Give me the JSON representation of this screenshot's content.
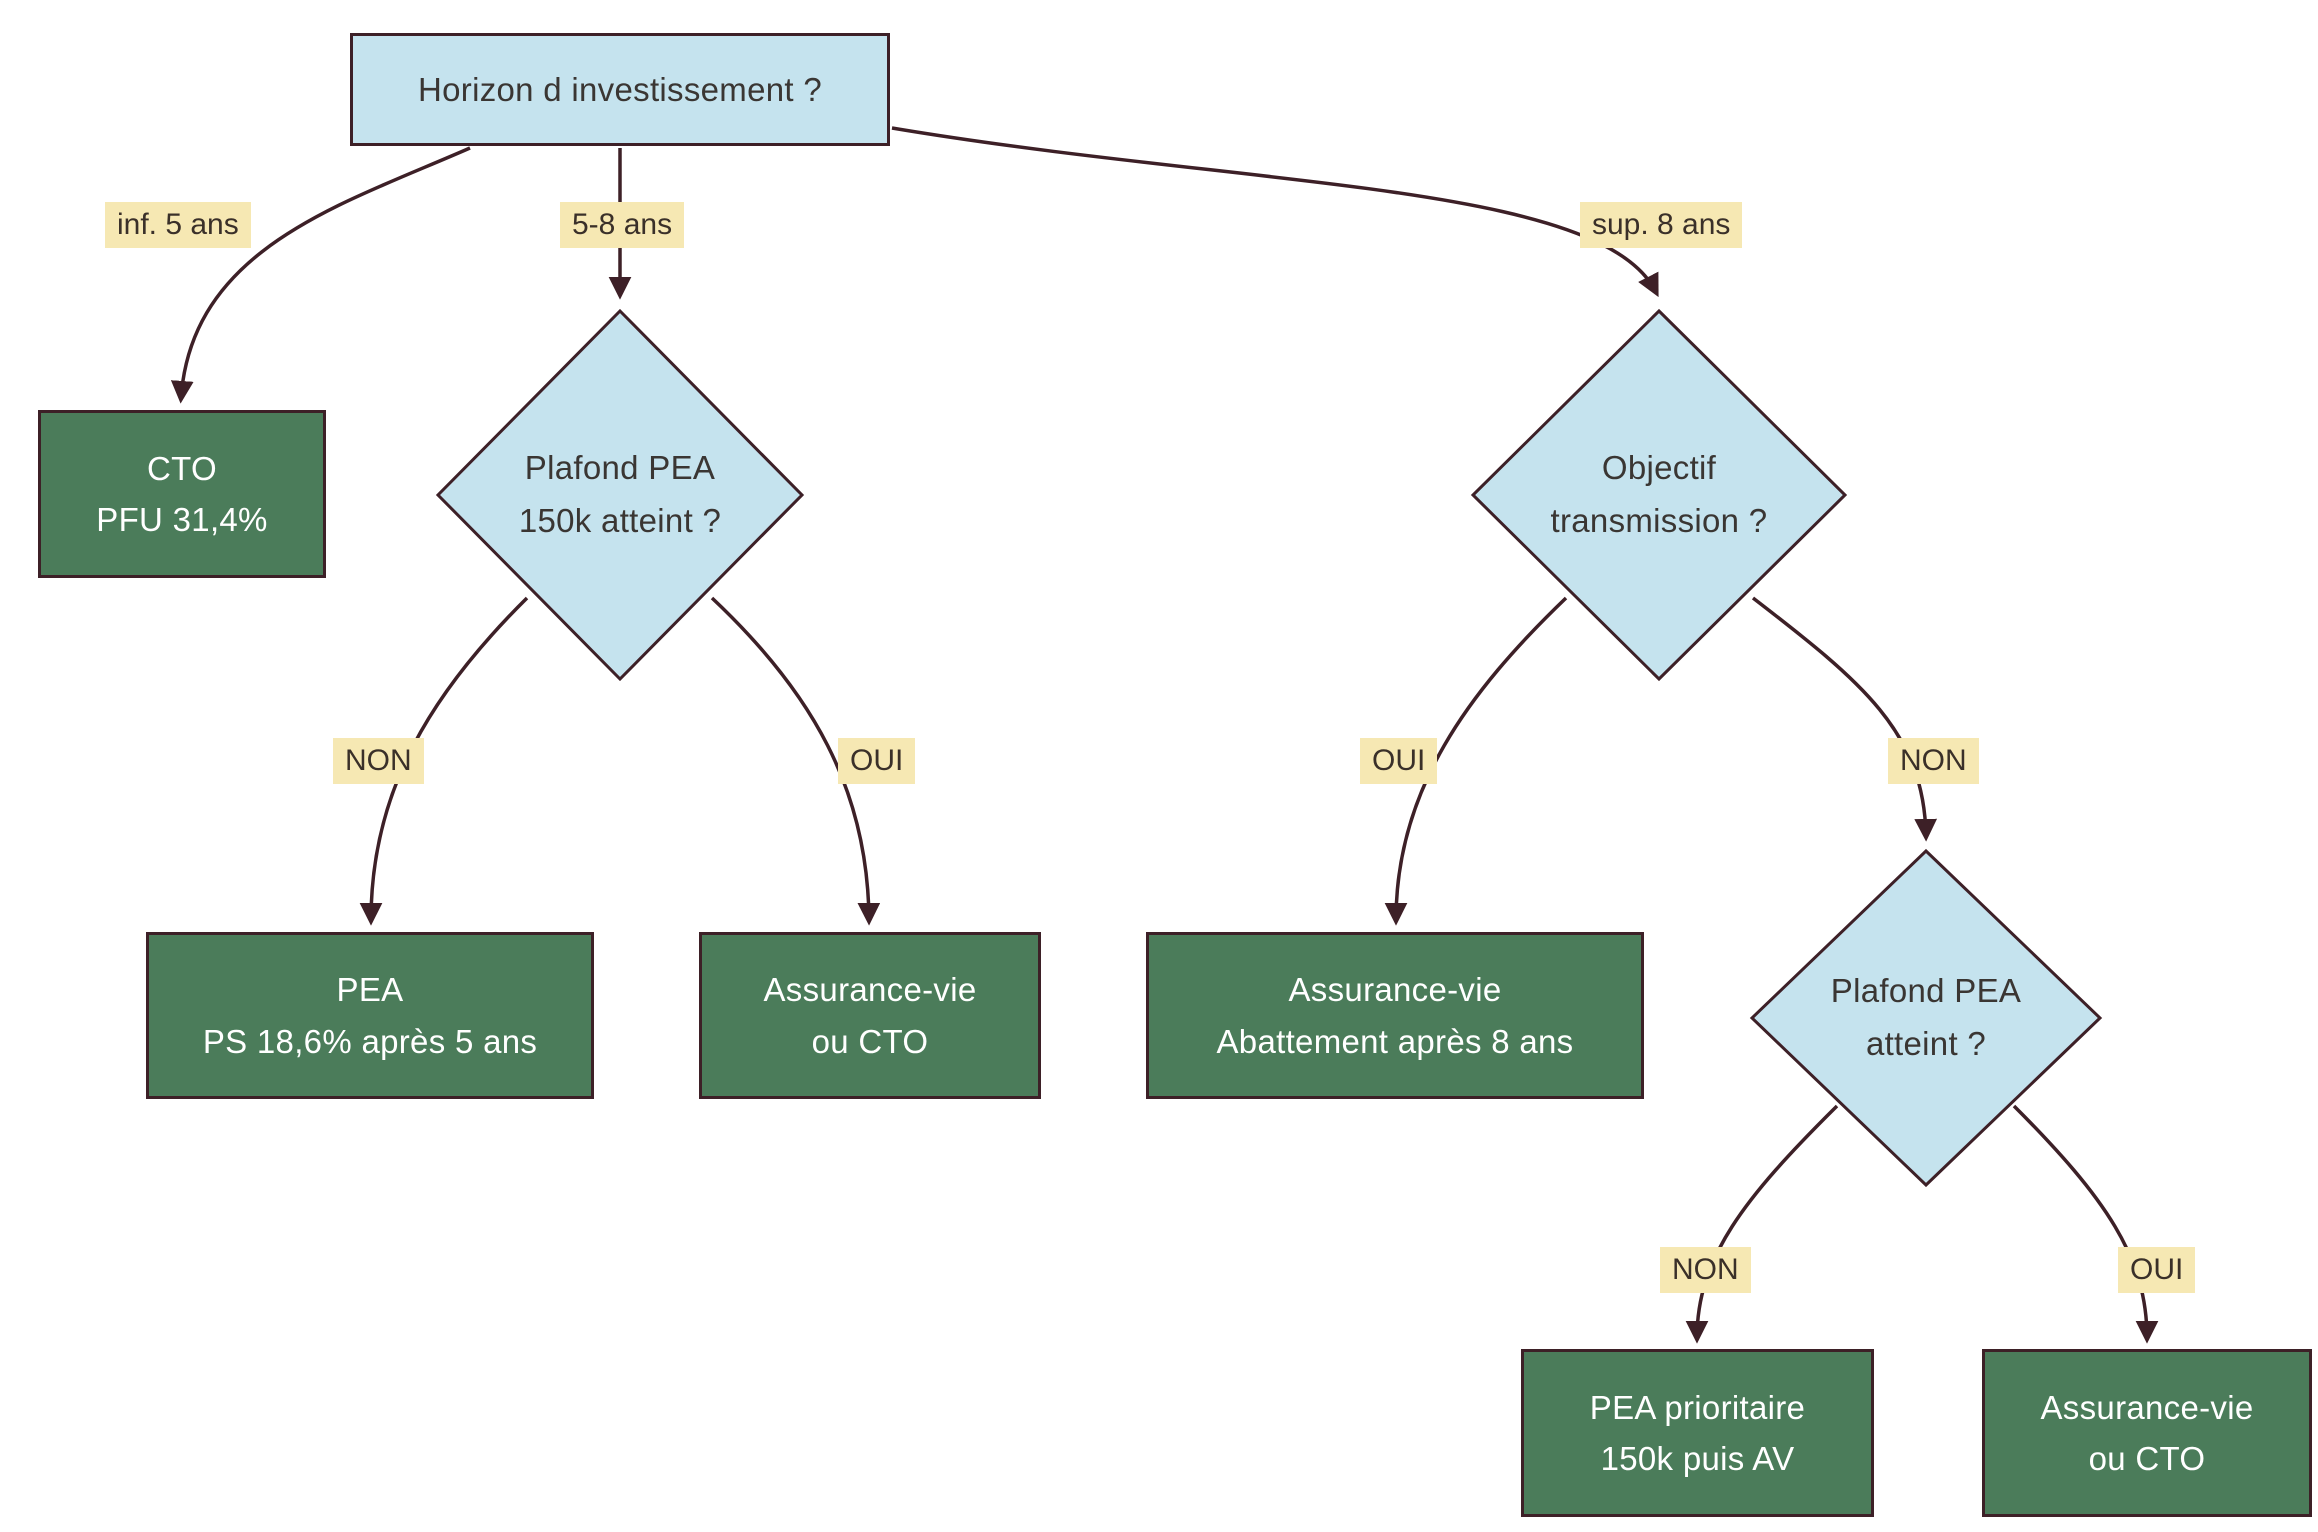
{
  "diagram": {
    "root": {
      "label": "Horizon d investissement ?"
    },
    "branch_labels": {
      "inf5": "inf. 5 ans",
      "mid": "5-8 ans",
      "sup8": "sup. 8 ans"
    },
    "decisions": {
      "plafond1": {
        "line1": "Plafond PEA",
        "line2": "150k atteint ?"
      },
      "objectif": {
        "line1": "Objectif",
        "line2": "transmission ?"
      },
      "plafond2": {
        "line1": "Plafond PEA",
        "line2": "atteint ?"
      }
    },
    "outcomes": {
      "cto": {
        "line1": "CTO",
        "line2": "PFU 31,4%"
      },
      "pea": {
        "line1": "PEA",
        "line2": "PS 18,6% après 5 ans"
      },
      "av_cto_1": {
        "line1": "Assurance-vie",
        "line2": "ou CTO"
      },
      "av_abattement": {
        "line1": "Assurance-vie",
        "line2": "Abattement après 8 ans"
      },
      "pea_prioritaire": {
        "line1": "PEA prioritaire",
        "line2": "150k puis AV"
      },
      "av_cto_2": {
        "line1": "Assurance-vie",
        "line2": "ou CTO"
      }
    },
    "edge_labels": {
      "d1_non": "NON",
      "d1_oui": "OUI",
      "d2_oui": "OUI",
      "d2_non": "NON",
      "d3_non": "NON",
      "d3_oui": "OUI"
    },
    "colors": {
      "decision_fill": "#c5e3ee",
      "outcome_fill": "#4b7c5a",
      "label_fill": "#f6e8b3",
      "line": "#3d2027"
    }
  }
}
